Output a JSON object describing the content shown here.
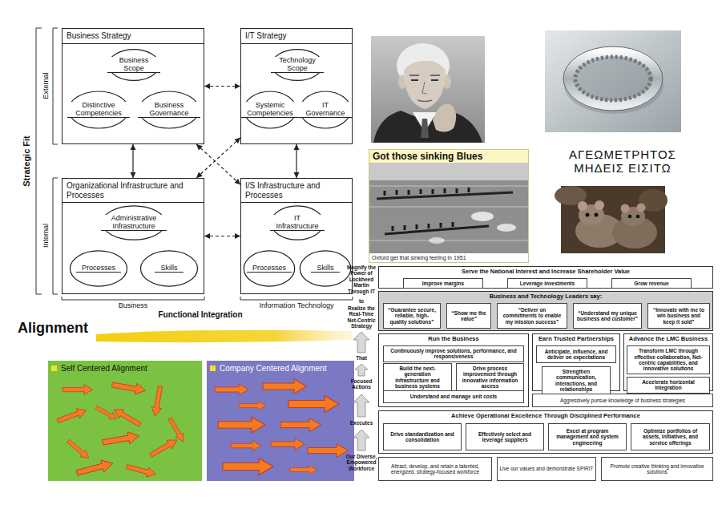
{
  "diagram": {
    "nodes": [
      {
        "text": [
          "Business Strategy"
        ]
      },
      {
        "text": [
          "Business Scope"
        ],
        "in": 0
      },
      {
        "text": [
          "Distinctive Competencies"
        ],
        "in": 0
      },
      {
        "text": [
          "Business Governance"
        ],
        "in": 0
      },
      {
        "text": [
          "I/T Strategy"
        ]
      },
      {
        "text": [
          "Technology Scope"
        ],
        "in": 4
      },
      {
        "text": [
          "Systemic Competencies"
        ],
        "in": 4
      },
      {
        "text": [
          "IT Governance"
        ],
        "in": 4
      },
      {
        "text": [
          "Organizational Infrastructure and Processes"
        ]
      },
      {
        "text": [
          "Administrative Infrastructure"
        ],
        "in": 8
      },
      {
        "text": [
          "Processes"
        ],
        "in": 8
      },
      {
        "text": [
          "Skills"
        ],
        "in": 8
      },
      {
        "text": [
          "I/S Infrastructure and Processes"
        ]
      },
      {
        "text": [
          "IT Infrastructure"
        ],
        "in": 12
      },
      {
        "text": [
          "Processes"
        ],
        "in": 12
      },
      {
        "text": [
          "Skills"
        ],
        "in": 12
      },
      {
        "text": [
          "Got those sinking Blues",
          "Oxford get that sinking feeling in 1951"
        ]
      },
      {
        "text": [
          "Serve the National Interest and Increase Shareholder Value"
        ]
      },
      {
        "text": [
          "Improve margins"
        ],
        "in": 17
      },
      {
        "text": [
          "Leverage investments"
        ],
        "in": 17
      },
      {
        "text": [
          "Grow revenue"
        ],
        "in": 17
      },
      {
        "text": [
          "Business and Technology Leaders say:"
        ]
      },
      {
        "text": [
          "“Guarantee secure, reliable, high-quality solutions”"
        ],
        "in": 21
      },
      {
        "text": [
          "“Show me the value”"
        ],
        "in": 21
      },
      {
        "text": [
          "“Deliver on commitments to enable my mission success”"
        ],
        "in": 21
      },
      {
        "text": [
          "“Understand my unique business and customer”"
        ],
        "in": 21
      },
      {
        "text": [
          "“Innovate with me to win business and keep it sold”"
        ],
        "in": 21
      },
      {
        "text": [
          "Run the Business"
        ]
      },
      {
        "text": [
          "Continuously improve solutions, performance, and responsiveness"
        ],
        "in": 27
      },
      {
        "text": [
          "Build the next-generation infrastructure and business systems"
        ],
        "in": 27
      },
      {
        "text": [
          "Drive process improvement through innovative information access"
        ],
        "in": 27
      },
      {
        "text": [
          "Understand and manage unit costs"
        ],
        "in": 27
      },
      {
        "text": [
          "Earn Trusted Partnerships"
        ]
      },
      {
        "text": [
          "Anticipate, influence, and deliver on expectations"
        ],
        "in": 32
      },
      {
        "text": [
          "Strengthen communication, interactions, and relationships"
        ],
        "in": 32
      },
      {
        "text": [
          "Advance the LMC Business"
        ]
      },
      {
        "text": [
          "Transform LMC through effective collaboration, Net-centric capabilities, and innovative solutions"
        ],
        "in": 35
      },
      {
        "text": [
          "Accelerate horizontal integration"
        ],
        "in": 35
      },
      {
        "text": [
          "Aggressively pursue knowledge of business strategies"
        ]
      },
      {
        "text": [
          "Achieve Operational Excellence Through Disciplined Performance"
        ]
      },
      {
        "text": [
          "Drive standardization and consolidation"
        ],
        "in": 39
      },
      {
        "text": [
          "Effectively select and leverage suppliers"
        ],
        "in": 39
      },
      {
        "text": [
          "Excel at program management and system engineering"
        ],
        "in": 39
      },
      {
        "text": [
          "Optimize portfolios of assets, initiatives, and service offerings"
        ],
        "in": 39
      },
      {
        "text": [
          "Attract, develop, and retain a talented, energized, strategy-focused workforce"
        ]
      },
      {
        "text": [
          "Live our values and demonstrate SPIRIT"
        ]
      },
      {
        "text": [
          "Promote creative thinking and innovative solutions"
        ]
      },
      {
        "text": [
          "Self Centered Alignment"
        ]
      },
      {
        "text": [
          "Company Centered Alignment"
        ]
      }
    ],
    "edges": [
      {
        "from": 0,
        "to": 4,
        "arrow": "both"
      },
      {
        "from": 8,
        "to": 12,
        "arrow": "both"
      },
      {
        "from": 0,
        "to": 8,
        "arrow": "both"
      },
      {
        "from": 4,
        "to": 12,
        "arrow": "both"
      },
      {
        "from": 0,
        "to": 12,
        "arrow": "both"
      },
      {
        "from": 4,
        "to": 8,
        "arrow": "both"
      }
    ],
    "labels": [
      "Strategic Fit",
      "External",
      "Internal",
      "Business",
      "Information Technology",
      "Functional Integration",
      "ΑΓΕΩΜΕΤΡΗΤΟΣ ΜΗΔΕΙΣ ΕΙΣΙΤΩ",
      "Alignment",
      "Magnify the Power of Lockheed Martin Through IT",
      "to",
      "Realize the Real-Time Net-Centric Strategy",
      "That",
      "Focused Actions",
      "Executes",
      "Our Diverse, Empowered Workforce"
    ]
  }
}
